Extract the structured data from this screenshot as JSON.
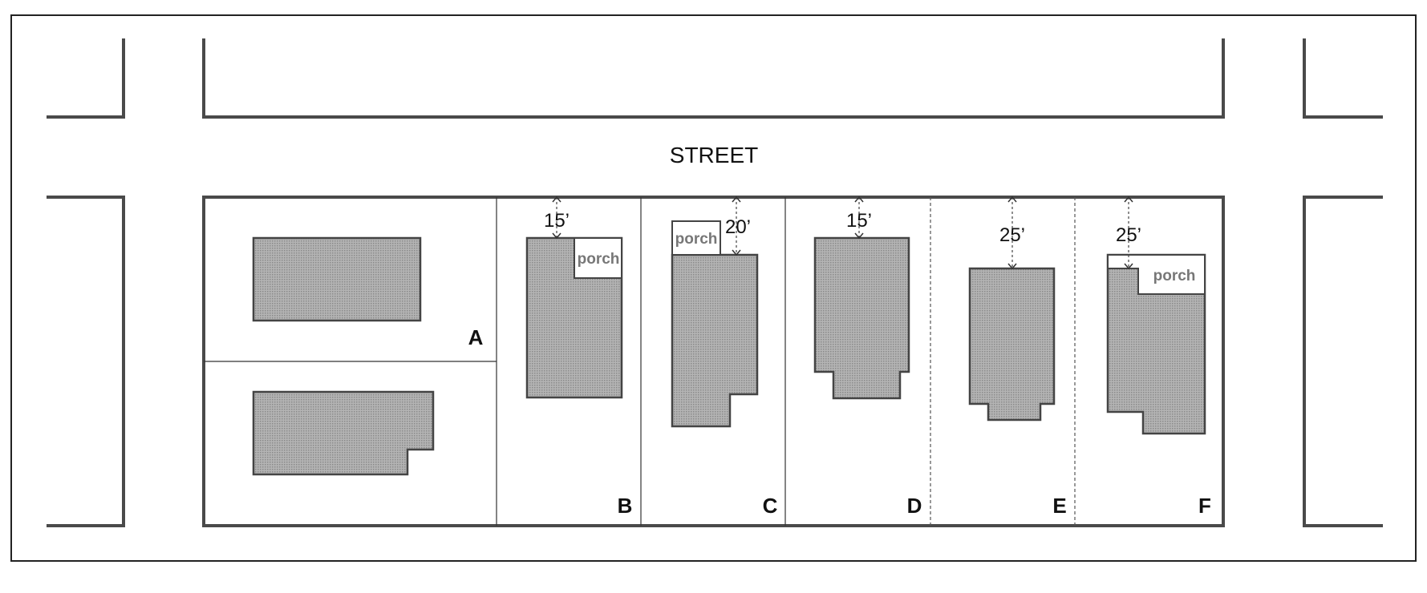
{
  "diagram": {
    "street_label": "STREET",
    "lots": [
      {
        "label": "A"
      },
      {
        "label": "B",
        "setback": "15’",
        "porch": "porch"
      },
      {
        "label": "C",
        "setback": "20’",
        "porch": "porch"
      },
      {
        "label": "D",
        "setback": "15’"
      },
      {
        "label": "E",
        "setback": "25’"
      },
      {
        "label": "F",
        "setback": "25’",
        "porch": "porch"
      }
    ],
    "colors": {
      "building_fill": "#a3a3a3",
      "building_outline": "#444444",
      "line": "#222222",
      "porch_fill": "#ffffff",
      "porch_text": "#777777"
    }
  }
}
